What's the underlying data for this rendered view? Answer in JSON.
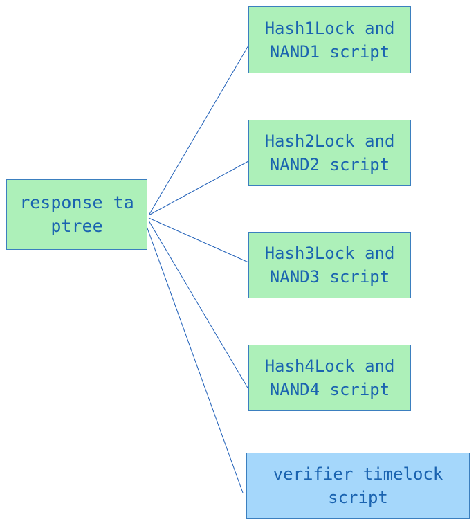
{
  "diagram": {
    "root": {
      "label": "response_ta\nptree"
    },
    "children": [
      {
        "label": "Hash1Lock and\nNAND1 script"
      },
      {
        "label": "Hash2Lock and\nNAND2 script"
      },
      {
        "label": "Hash3Lock and\nNAND3 script"
      },
      {
        "label": "Hash4Lock and\nNAND4 script"
      },
      {
        "label": "verifier timelock\nscript"
      }
    ],
    "colors": {
      "leaf_fill": "#adf0b9",
      "timelock_fill": "#a5d7fb",
      "border": "#3b7fbf",
      "text": "#1a63b0",
      "edge": "#1f5fb8"
    }
  }
}
